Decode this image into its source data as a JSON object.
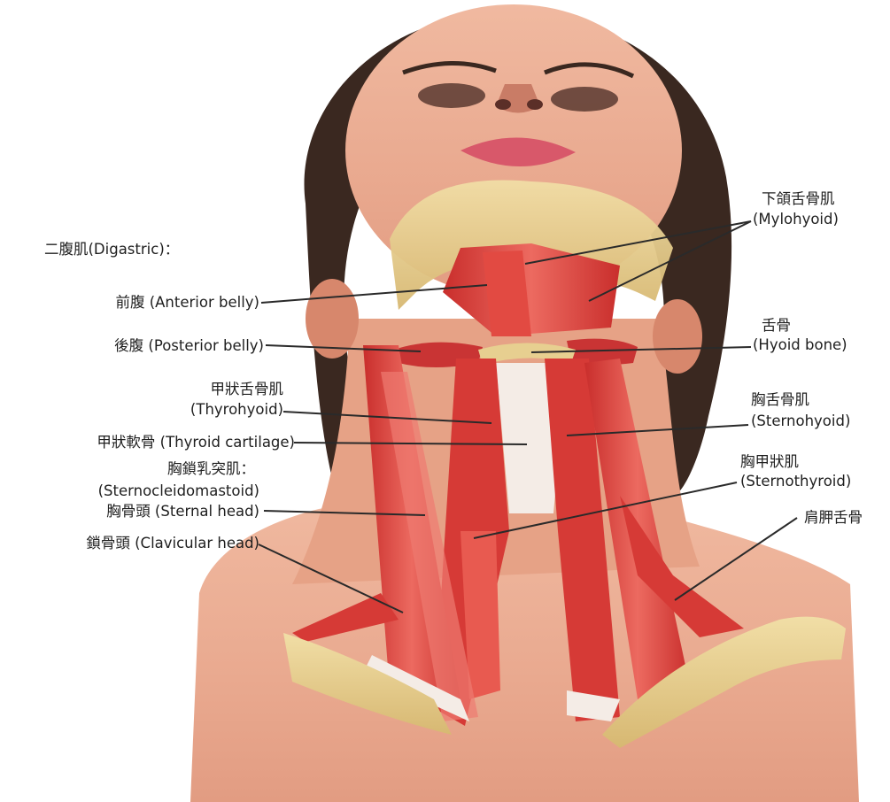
{
  "labels": {
    "digastric": "二腹肌(Digastric)：",
    "anterior_belly": "前腹 (Anterior belly)",
    "posterior_belly": "後腹 (Posterior belly)",
    "thyrohyoid_zh": "甲狀舌骨肌",
    "thyrohyoid_en": "(Thyrohyoid)",
    "thyroid_cartilage": "甲狀軟骨 (Thyroid cartilage)",
    "scm_zh": "胸鎖乳突肌：",
    "scm_en": "(Sternocleidomastoid)",
    "sternal_head": "胸骨頭 (Sternal head)",
    "clavicular_head": "鎖骨頭 (Clavicular head)",
    "mylohyoid_zh": "下頜舌骨肌",
    "mylohyoid_en": "(Mylohyoid)",
    "hyoid_zh": "舌骨",
    "hyoid_en": "(Hyoid bone)",
    "sternohyoid_zh": "胸舌骨肌",
    "sternohyoid_en": "(Sternohyoid)",
    "sternothyroid_zh": "胸甲狀肌",
    "sternothyroid_en": "(Sternothyroid)",
    "omohyoid_zh": "肩胛舌骨"
  },
  "colors": {
    "skin": "#e9a98f",
    "skin_shadow": "#d7876c",
    "hair": "#3a2820",
    "muscle": "#d63a36",
    "muscle_light": "#ee7a70",
    "bone": "#e7cf90",
    "tendon": "#f4ece6",
    "leader": "#2a2a2a"
  }
}
